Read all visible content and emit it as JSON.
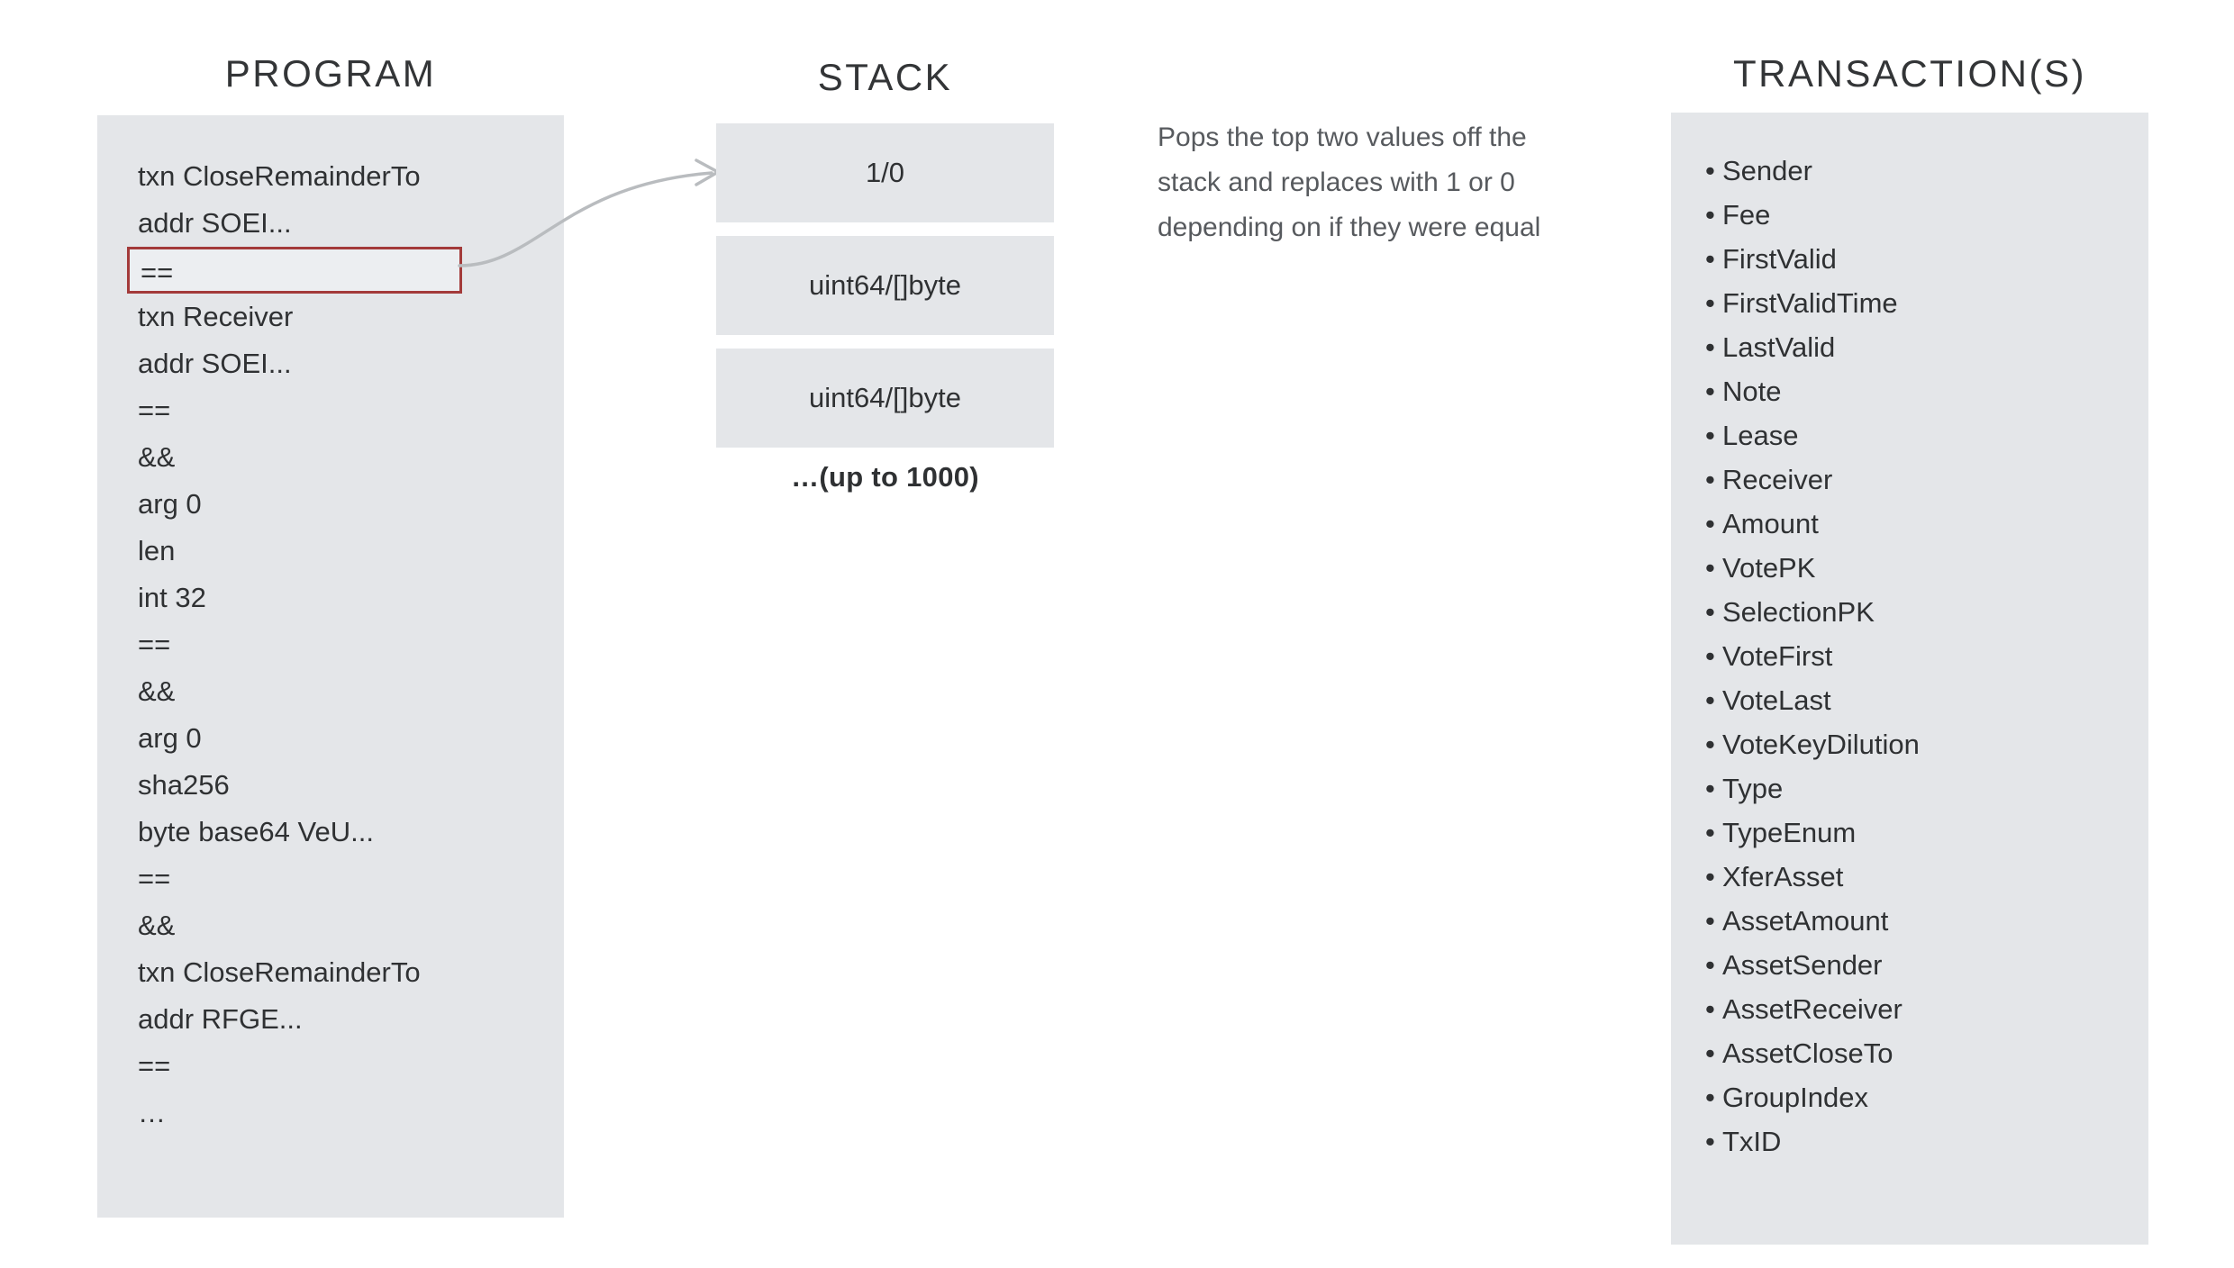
{
  "columns": {
    "program_heading": "PROGRAM",
    "stack_heading": "STACK",
    "transaction_heading": "TRANSACTION(S)"
  },
  "program": {
    "instructions": [
      "txn CloseRemainderTo",
      "addr SOEI...",
      "==",
      "txn Receiver",
      "addr SOEI...",
      "==",
      "&&",
      "arg 0",
      "len",
      "int 32",
      "==",
      "&&",
      "arg 0",
      "sha256",
      "byte base64 VeU...",
      "==",
      "&&",
      "txn CloseRemainderTo",
      "addr RFGE...",
      "==",
      "…"
    ],
    "highlighted_index": 2,
    "highlight_border_color": "#a33a3a",
    "panel_color": "#e4e6e9"
  },
  "stack": {
    "boxes": [
      "1/0",
      "uint64/[]byte",
      "uint64/[]byte"
    ],
    "caption": "…(up to 1000)",
    "box_color": "#e4e6e9"
  },
  "annotation": {
    "lines": [
      "Pops the top two values off the",
      "stack and replaces with 1 or 0",
      "depending on if they were equal"
    ],
    "text_color": "#575a5e"
  },
  "transaction": {
    "bullet": "•",
    "fields": [
      "Sender",
      "Fee",
      "FirstValid",
      "FirstValidTime",
      "LastValid",
      "Note",
      "Lease",
      "Receiver",
      "Amount",
      "VotePK",
      "SelectionPK",
      "VoteFirst",
      "VoteLast",
      "VoteKeyDilution",
      "Type",
      "TypeEnum",
      "XferAsset",
      "AssetAmount",
      "AssetSender",
      "AssetReceiver",
      "AssetCloseTo",
      "GroupIndex",
      "TxID"
    ],
    "panel_color": "#e4e6e9"
  },
  "connector": {
    "color": "#b9bcbf"
  }
}
